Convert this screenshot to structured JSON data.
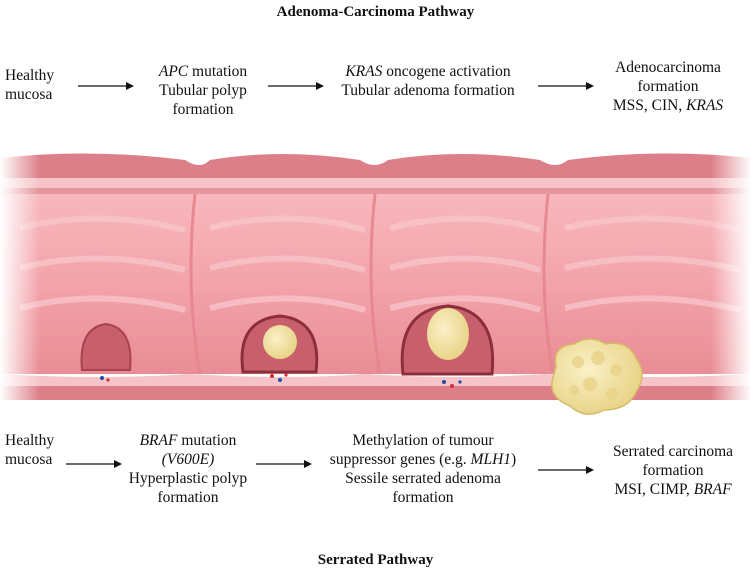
{
  "top": {
    "title": "Adenoma-Carcinoma Pathway",
    "steps": [
      {
        "lines": [
          "Healthy",
          "mucosa"
        ]
      },
      {
        "line1_italic": "APC",
        "line1_rest": " mutation",
        "line2": "Tubular polyp",
        "line3": "formation"
      },
      {
        "line1_italic": "KRAS",
        "line1_rest": " oncogene activation",
        "line2": "Tubular adenoma formation"
      },
      {
        "line1": "Adenocarcinoma",
        "line2": "formation",
        "line3_plain": "MSS, CIN, ",
        "line3_italic": "KRAS"
      }
    ]
  },
  "bottom": {
    "title": "Serrated Pathway",
    "steps": [
      {
        "lines": [
          "Healthy",
          "mucosa"
        ]
      },
      {
        "line1_italic": "BRAF",
        "line1_rest": " mutation",
        "line2_italic": "(V600E)",
        "line3": "Hyperplastic polyp",
        "line4": "formation"
      },
      {
        "line1": "Methylation of tumour",
        "line2_plain": "suppressor genes (e.g. ",
        "line2_italic": "MLH1",
        "line2_end": ")",
        "line3": "Sessile serrated adenoma",
        "line4": "formation"
      },
      {
        "line1": "Serrated carcinoma",
        "line2": "formation",
        "line3_plain": "MSI, CIMP, ",
        "line3_italic": "BRAF"
      }
    ]
  },
  "colors": {
    "mucosa_fold": "#f2a7ad",
    "mucosa_dark": "#d9737d",
    "colon_wall": "#e58f97",
    "polyp": "#c95a66",
    "tumour": "#f0dfa0"
  }
}
